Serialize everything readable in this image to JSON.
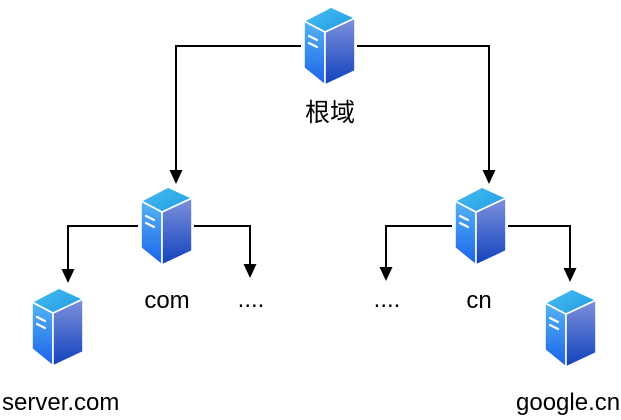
{
  "diagram": {
    "type": "tree",
    "description": "DNS domain hierarchy",
    "nodes": {
      "root": {
        "label": "根域"
      },
      "com": {
        "label": "com"
      },
      "cn": {
        "label": "cn"
      },
      "com_more": {
        "label": "...."
      },
      "cn_more": {
        "label": "...."
      },
      "server_com": {
        "label": "server.com"
      },
      "google_cn": {
        "label": "google.cn"
      }
    },
    "edges": [
      {
        "from": "root",
        "to": "com"
      },
      {
        "from": "root",
        "to": "cn"
      },
      {
        "from": "com",
        "to": "server_com"
      },
      {
        "from": "com",
        "to": "com_more"
      },
      {
        "from": "cn",
        "to": "cn_more"
      },
      {
        "from": "cn",
        "to": "google_cn"
      }
    ],
    "colors": {
      "background": "#ffffff",
      "line": "#000000",
      "label": "#000000",
      "server_top_light": "#49bdf1",
      "server_top_dark": "#1f9ce2",
      "server_front_top": "#55b5f2",
      "server_front_bottom": "#1b62ea",
      "server_side_top": "#7e92dc",
      "server_side_bottom": "#1141bd",
      "server_edge": "#ffffff"
    }
  }
}
